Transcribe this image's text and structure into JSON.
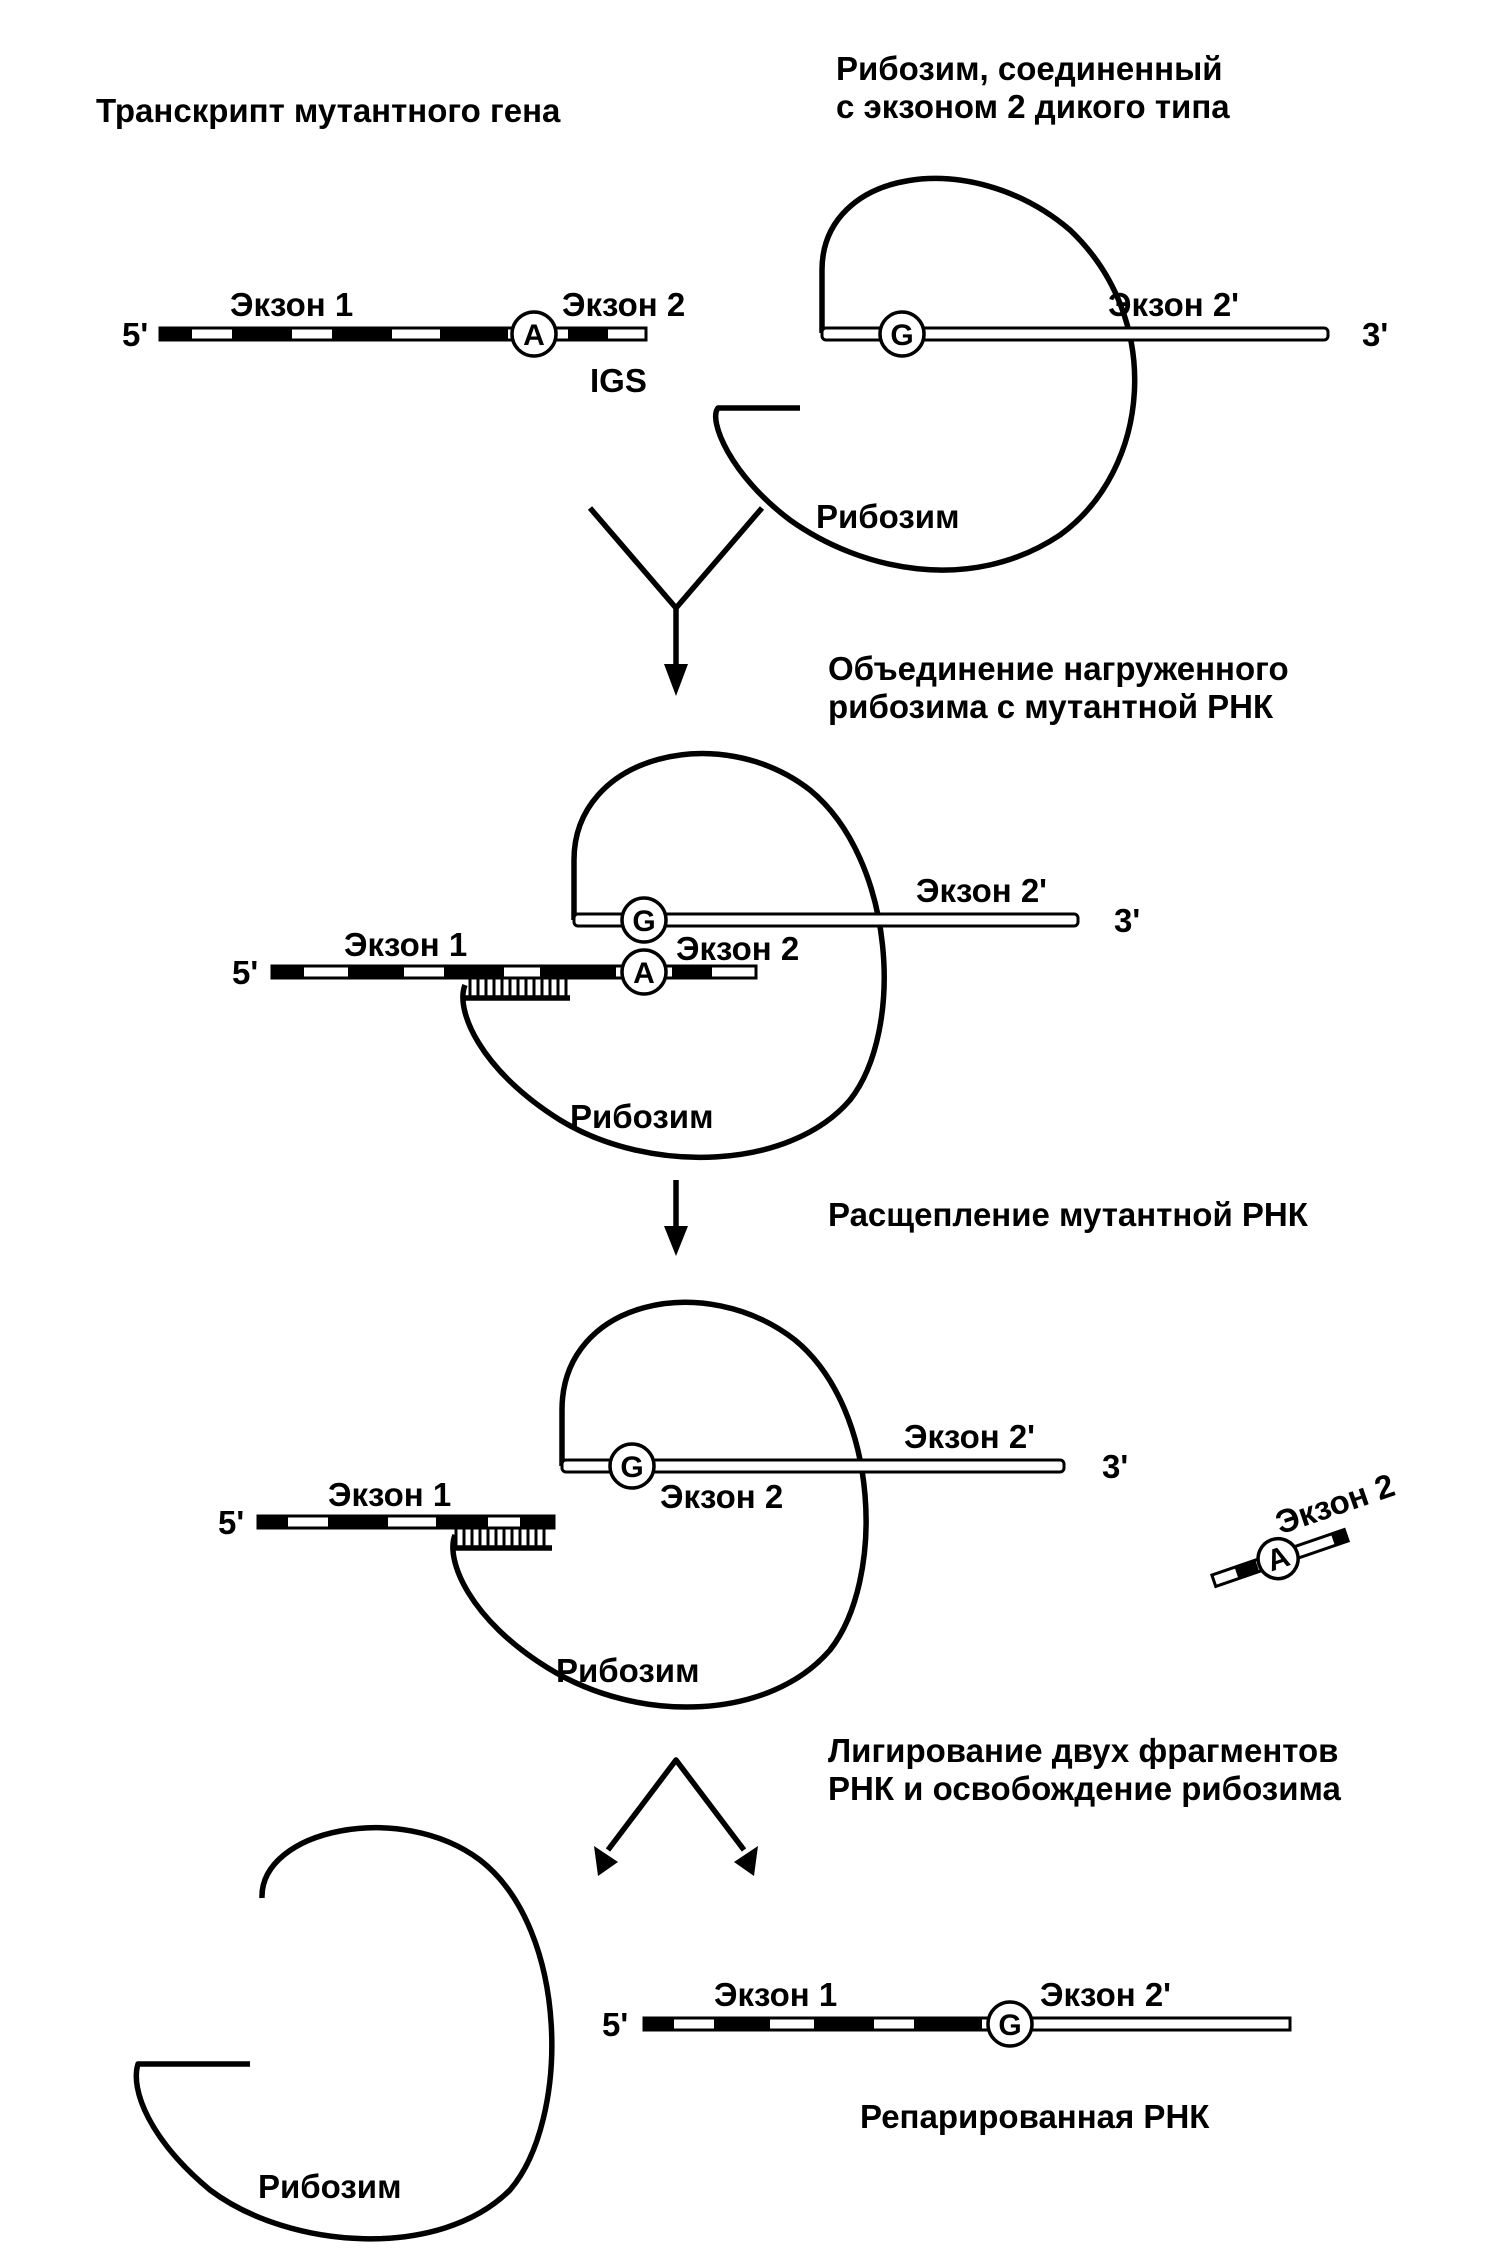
{
  "labels": {
    "mutant_transcript": "Транскрипт мутантного гена",
    "ribozyme_wt_line1": "Рибозим, соединенный",
    "ribozyme_wt_line2": "с экзоном 2 дикого типа",
    "exon1": "Экзон 1",
    "exon2": "Экзон 2",
    "exon2_prime": "Экзон 2'",
    "five_prime": "5'",
    "three_prime": "3'",
    "igs": "IGS",
    "ribozyme": "Рибозим",
    "step_combine_line1": "Объединение нагруженного",
    "step_combine_line2": "рибозима с мутантной РНК",
    "step_cleave": "Расщепление мутантной РНК",
    "step_ligate_line1": "Лигирование двух фрагментов",
    "step_ligate_line2": "РНК и освобождение рибозима",
    "repaired": "Репарированная РНК"
  },
  "nucleotides": {
    "mutant": "A",
    "wild": "G"
  }
}
